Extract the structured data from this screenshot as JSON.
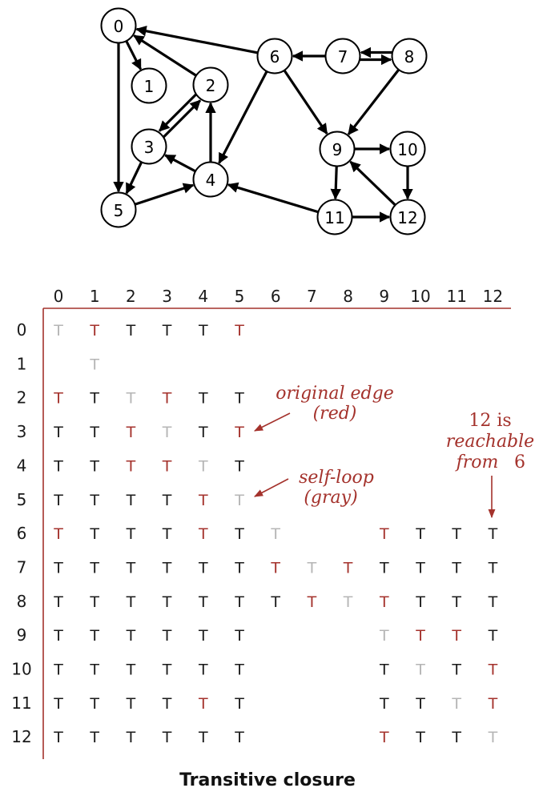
{
  "caption": "Transitive closure",
  "colors": {
    "original_edge": "#a4322c",
    "self_loop": "#b5b5b5",
    "reachable": "#1a1a1a",
    "annotation": "#a4322c"
  },
  "graph": {
    "vertices": [
      "0",
      "1",
      "2",
      "3",
      "4",
      "5",
      "6",
      "7",
      "8",
      "9",
      "10",
      "11",
      "12"
    ],
    "edges": [
      [
        0,
        1
      ],
      [
        0,
        5
      ],
      [
        2,
        0
      ],
      [
        2,
        3
      ],
      [
        3,
        2
      ],
      [
        3,
        5
      ],
      [
        4,
        2
      ],
      [
        4,
        3
      ],
      [
        5,
        4
      ],
      [
        6,
        0
      ],
      [
        6,
        4
      ],
      [
        6,
        9
      ],
      [
        7,
        6
      ],
      [
        7,
        8
      ],
      [
        8,
        7
      ],
      [
        8,
        9
      ],
      [
        9,
        10
      ],
      [
        9,
        11
      ],
      [
        10,
        12
      ],
      [
        11,
        4
      ],
      [
        11,
        12
      ],
      [
        12,
        9
      ]
    ]
  },
  "matrix": {
    "col_headers": [
      "0",
      "1",
      "2",
      "3",
      "4",
      "5",
      "6",
      "7",
      "8",
      "9",
      "10",
      "11",
      "12"
    ],
    "row_headers": [
      "0",
      "1",
      "2",
      "3",
      "4",
      "5",
      "6",
      "7",
      "8",
      "9",
      "10",
      "11",
      "12"
    ],
    "symbol": "T",
    "rows": [
      [
        "g",
        "r",
        "k",
        "k",
        "k",
        "r",
        "",
        "",
        "",
        "",
        "",
        "",
        ""
      ],
      [
        "",
        "g",
        "",
        "",
        "",
        "",
        "",
        "",
        "",
        "",
        "",
        "",
        ""
      ],
      [
        "r",
        "k",
        "g",
        "r",
        "k",
        "k",
        "",
        "",
        "",
        "",
        "",
        "",
        ""
      ],
      [
        "k",
        "k",
        "r",
        "g",
        "k",
        "r",
        "",
        "",
        "",
        "",
        "",
        "",
        ""
      ],
      [
        "k",
        "k",
        "r",
        "r",
        "g",
        "k",
        "",
        "",
        "",
        "",
        "",
        "",
        ""
      ],
      [
        "k",
        "k",
        "k",
        "k",
        "r",
        "g",
        "",
        "",
        "",
        "",
        "",
        "",
        ""
      ],
      [
        "r",
        "k",
        "k",
        "k",
        "r",
        "k",
        "g",
        "",
        "",
        "r",
        "k",
        "k",
        "k"
      ],
      [
        "k",
        "k",
        "k",
        "k",
        "k",
        "k",
        "r",
        "g",
        "r",
        "k",
        "k",
        "k",
        "k"
      ],
      [
        "k",
        "k",
        "k",
        "k",
        "k",
        "k",
        "k",
        "r",
        "g",
        "r",
        "k",
        "k",
        "k"
      ],
      [
        "k",
        "k",
        "k",
        "k",
        "k",
        "k",
        "",
        "",
        "",
        "g",
        "r",
        "r",
        "k"
      ],
      [
        "k",
        "k",
        "k",
        "k",
        "k",
        "k",
        "",
        "",
        "",
        "k",
        "g",
        "k",
        "r"
      ],
      [
        "k",
        "k",
        "k",
        "k",
        "r",
        "k",
        "",
        "",
        "",
        "k",
        "k",
        "g",
        "r"
      ],
      [
        "k",
        "k",
        "k",
        "k",
        "k",
        "k",
        "",
        "",
        "",
        "r",
        "k",
        "k",
        "g"
      ]
    ]
  },
  "annotations": {
    "original_edge": [
      "original edge",
      "(red)"
    ],
    "self_loop": [
      "self-loop",
      "(gray)"
    ],
    "reachable_a": "12 is",
    "reachable_b": "reachable",
    "reachable_c": "from",
    "reachable_num": "6"
  }
}
